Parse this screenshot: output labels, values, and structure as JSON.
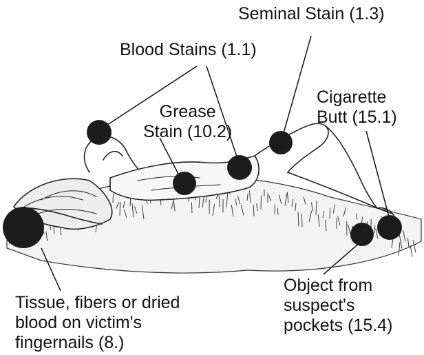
{
  "labels": {
    "seminal": {
      "lines": [
        "Seminal Stain (1.3)"
      ]
    },
    "blood": {
      "lines": [
        "Blood Stains (1.1)"
      ]
    },
    "grease": {
      "lines": [
        "Grease",
        "Stain (10.2)"
      ]
    },
    "cigarette": {
      "lines": [
        "Cigarette",
        "Butt (15.1)"
      ]
    },
    "tissue": {
      "lines": [
        "Tissue, fibers or dried",
        "blood on victim's",
        "fingernails (8.)"
      ]
    },
    "object": {
      "lines": [
        "Object from",
        "suspect's",
        "pockets (15.4)"
      ]
    }
  },
  "colors": {
    "ink": "#111111",
    "marker": "#1c1c1c",
    "grass": "#3a3a3a"
  }
}
